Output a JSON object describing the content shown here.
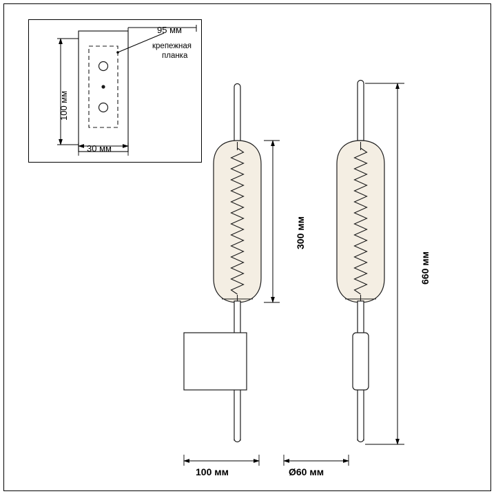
{
  "drawing": {
    "title": "",
    "detail_view": {
      "name": "mounting-plate-detail",
      "labels": {
        "width_top": "95 мм",
        "callout_line1": "крепежная",
        "callout_line2": "планка",
        "height_left": "100 мм",
        "width_bottom": "30 мм"
      }
    },
    "front_view": {
      "name": "front-view",
      "dimension_height": "300 мм",
      "dimension_width": "100 мм"
    },
    "side_view": {
      "name": "side-view",
      "dimension_height": "660 мм",
      "dimension_width": "Ø60 мм"
    },
    "colors": {
      "line": "#1a1a1a",
      "glass": "#f2ebe0",
      "frame": "#000000",
      "background": "#ffffff"
    }
  }
}
